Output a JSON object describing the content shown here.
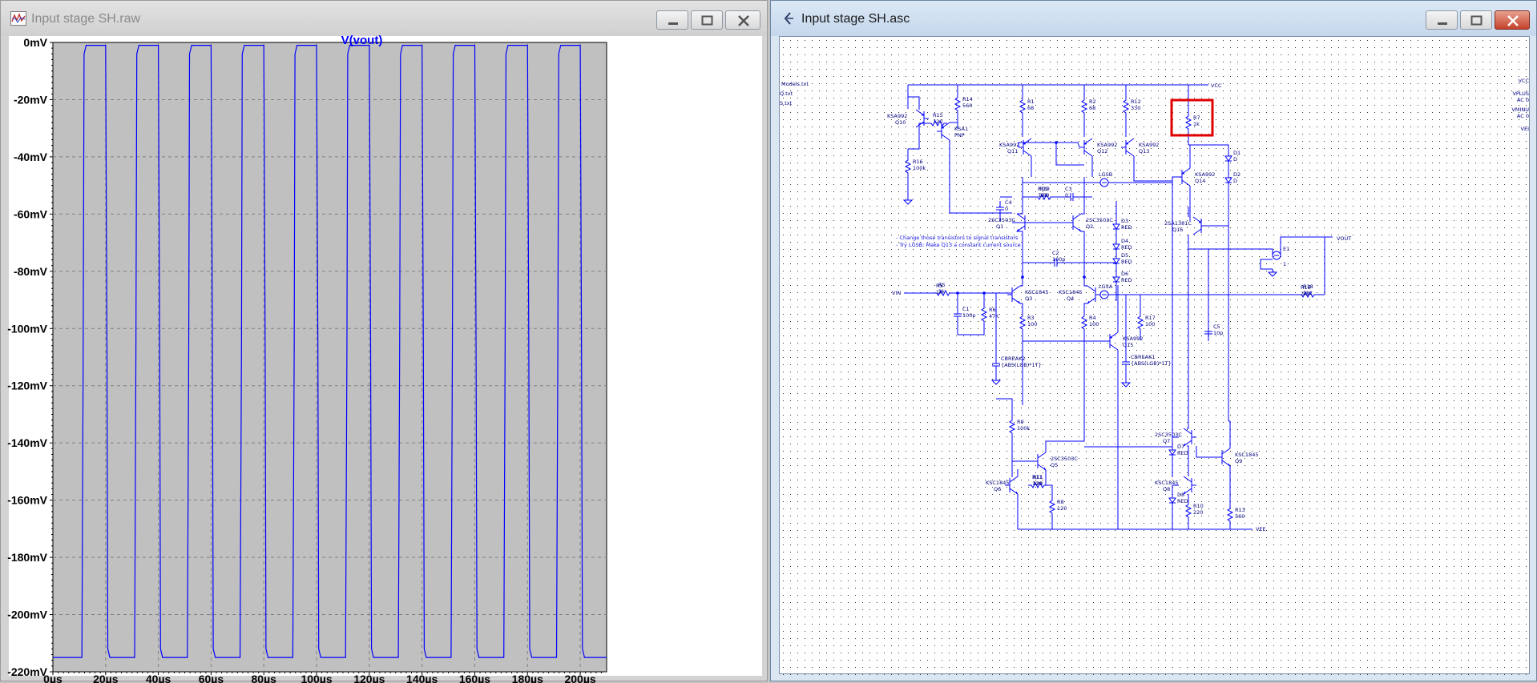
{
  "waveform_window": {
    "title": "Input stage SH.raw",
    "icon": "waveform-icon",
    "controls": [
      "minimize",
      "maximize",
      "close"
    ]
  },
  "schematic_window": {
    "title": "Input stage SH.asc",
    "icon": "ltspice-schematic-icon",
    "controls": [
      "minimize",
      "maximize",
      "close"
    ]
  },
  "colors": {
    "trace": "#0000ff",
    "plot_background": "#c0c0c0",
    "grid": "#808080",
    "wire": "#0000ff",
    "highlight": "#e00000"
  },
  "chart_data": {
    "type": "line",
    "title": "V(vout)",
    "xlabel": "",
    "ylabel": "",
    "x_unit": "µs",
    "y_unit": "mV",
    "xlim": [
      0,
      210
    ],
    "ylim": [
      -220,
      0
    ],
    "x_ticks": [
      "0µs",
      "20µs",
      "40µs",
      "60µs",
      "80µs",
      "100µs",
      "120µs",
      "140µs",
      "160µs",
      "180µs",
      "200µs"
    ],
    "y_ticks": [
      "0mV",
      "-20mV",
      "-40mV",
      "-60mV",
      "-80mV",
      "-100mV",
      "-120mV",
      "-140mV",
      "-160mV",
      "-180mV",
      "-200mV",
      "-220mV"
    ],
    "grid": true,
    "series": [
      {
        "name": "V(vout)",
        "high": -1,
        "low": -215,
        "pulses_high_us": [
          [
            11,
            20
          ],
          [
            31,
            40
          ],
          [
            51,
            60
          ],
          [
            71,
            80
          ],
          [
            91,
            100
          ],
          [
            111,
            120
          ],
          [
            131,
            140
          ],
          [
            151,
            160
          ],
          [
            171,
            180
          ],
          [
            191,
            200
          ]
        ]
      }
    ]
  },
  "schematic": {
    "labels": {
      "vcc": "VCC",
      "vee": "VEE",
      "vin": "VIN",
      "vout": "VOUT",
      "models": "Models.txt",
      "models2": "Q.txt",
      "models3": "S.txt",
      "vplus": "VPLUS",
      "vplus_ac": "AC 0",
      "vminus": "VMINU",
      "vminus_ac": "AC 0",
      "vcc_right": "VCC",
      "vee_right": "VEI",
      "note1": "- Change those transistors to signal transistors",
      "note2": "- Try LGSB: Make Q13 a constant current source",
      "e1": "E1",
      "e1_gain": "1"
    },
    "components": [
      {
        "ref": "R14",
        "value": "560"
      },
      {
        "ref": "R15",
        "value": "120"
      },
      {
        "ref": "R16",
        "value": "100k"
      },
      {
        "ref": "Q10",
        "value": "KSA992"
      },
      {
        "ref": "PNP",
        "value": "KSA1"
      },
      {
        "ref": "R1",
        "value": "68"
      },
      {
        "ref": "R2",
        "value": "68"
      },
      {
        "ref": "R12",
        "value": "330"
      },
      {
        "ref": "R7",
        "value": "1k"
      },
      {
        "ref": "Q11",
        "value": "KSA992"
      },
      {
        "ref": "Q12",
        "value": "KSA992"
      },
      {
        "ref": "Q13",
        "value": "KSA992"
      },
      {
        "ref": "Q14",
        "value": "KSA992"
      },
      {
        "ref": "D1",
        "value": "D"
      },
      {
        "ref": "D2",
        "value": "D"
      },
      {
        "ref": "R19",
        "value": "100"
      },
      {
        "ref": "C3",
        "value": "0"
      },
      {
        "ref": "C4",
        "value": "0"
      },
      {
        "ref": "LGSB",
        "value": ""
      },
      {
        "ref": "Q1",
        "value": "2SC3503C"
      },
      {
        "ref": "Q2",
        "value": "2SC3503C"
      },
      {
        "ref": "Q16",
        "value": "2SA1381C"
      },
      {
        "ref": "D3",
        "value": "RED"
      },
      {
        "ref": "D4",
        "value": "RED"
      },
      {
        "ref": "D5",
        "value": "RED"
      },
      {
        "ref": "D6",
        "value": "RED"
      },
      {
        "ref": "C2",
        "value": "100p"
      },
      {
        "ref": "R5",
        "value": "1k"
      },
      {
        "ref": "Q3",
        "value": "KSC1845"
      },
      {
        "ref": "Q4",
        "value": "KSC1845"
      },
      {
        "ref": "LGSA",
        "value": ""
      },
      {
        "ref": "R18",
        "value": "2k2"
      },
      {
        "ref": "C1",
        "value": "100p"
      },
      {
        "ref": "R6",
        "value": "47K"
      },
      {
        "ref": "R3",
        "value": "100"
      },
      {
        "ref": "R4",
        "value": "100"
      },
      {
        "ref": "R17",
        "value": "100"
      },
      {
        "ref": "C5",
        "value": "10p"
      },
      {
        "ref": "Q15",
        "value": "KSA992"
      },
      {
        "ref": "CBREAK2",
        "value": "{ABS(LGB)*1T}"
      },
      {
        "ref": "CBREAK1",
        "value": "{ABS(LGB)*1T}"
      },
      {
        "ref": "R9",
        "value": "100k"
      },
      {
        "ref": "Q5",
        "value": "2SC3503C"
      },
      {
        "ref": "Q6",
        "value": "KSC1845"
      },
      {
        "ref": "R11",
        "value": "120"
      },
      {
        "ref": "R8",
        "value": "120"
      },
      {
        "ref": "Q7",
        "value": "2SC3503C"
      },
      {
        "ref": "D7",
        "value": "RED"
      },
      {
        "ref": "Q8",
        "value": "KSC1845"
      },
      {
        "ref": "D8",
        "value": "RED"
      },
      {
        "ref": "R10",
        "value": "220"
      },
      {
        "ref": "Q9",
        "value": "KSC1845"
      },
      {
        "ref": "R13",
        "value": "560"
      }
    ],
    "highlighted_component": "R7"
  }
}
